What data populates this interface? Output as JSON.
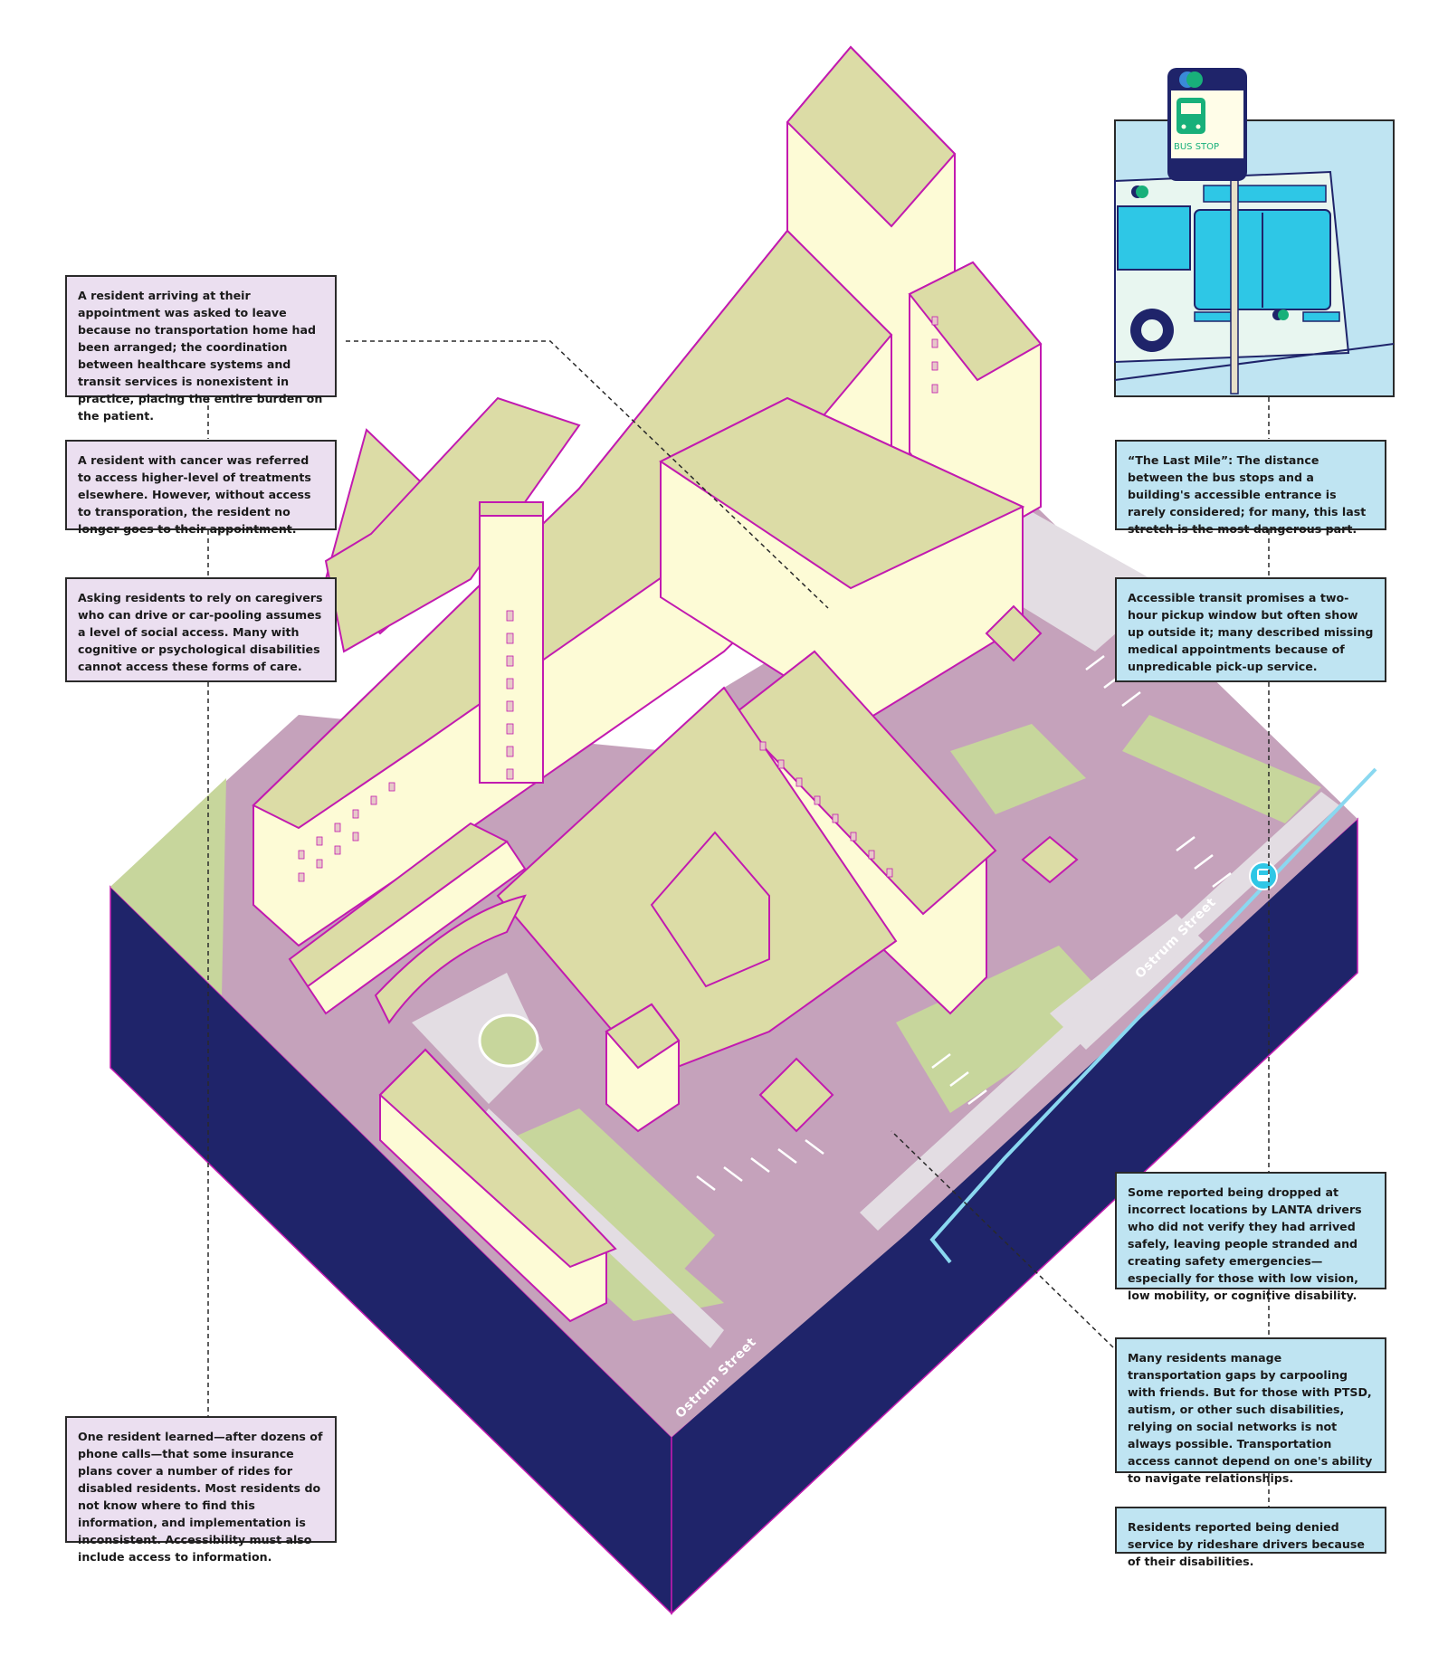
{
  "notes_left": [
    {
      "text": "A resident arriving at their appointment was asked to leave because no transportation home had been arranged; the coordination between healthcare systems and transit services is nonexistent in practice, placing the entire burden on the patient."
    },
    {
      "text": "A resident with cancer was referred to access higher-level of treatments elsewhere. However, without access to transporation, the resident no longer goes to their appointment."
    },
    {
      "text": "Asking residents to rely on caregivers who can drive or car-pooling assumes a level of social access. Many with cognitive or psychological disabilities cannot access these forms of care."
    },
    {
      "text": "One resident learned—after dozens of phone calls—that some insurance plans cover a number of rides for disabled residents. Most residents do not know where to find this information, and implementation is inconsistent. Accessibility must also include access to information."
    }
  ],
  "notes_right": [
    {
      "text": "“The Last Mile”: The distance between the bus stops and a building's accessible entrance is rarely considered; for many, this last stretch is the most dangerous part."
    },
    {
      "text": "Accessible transit promises a two-hour pickup window but often show up outside it; many described missing medical appointments because of unpredicable pick-up service."
    },
    {
      "text": "Some reported being dropped at incorrect locations by LANTA drivers who did not verify they had arrived safely, leaving people stranded and creating safety emergencies—especially for those with low vision, low mobility, or cognitive disability."
    },
    {
      "text": "Many residents manage transportation gaps by carpooling with friends. But for those with PTSD, autism, or other such disabilities, relying on social networks is not always possible. Transportation access cannot depend on one's ability to navigate relationships."
    },
    {
      "text": "Residents reported being denied service by rideshare drivers because of their disabilities."
    }
  ],
  "bus_stop_sign": "BUS STOP",
  "street_labels": [
    "Ostrum Street",
    "Ostrum Street"
  ],
  "colors": {
    "base": "#1f246a",
    "building_roof": "#dcdca6",
    "building_wall": "#fdfbd6",
    "outline": "#c21ab0",
    "parking": "#c5a2bb",
    "grass": "#c7d69c",
    "walkway": "#e3dde3",
    "transit_line": "#8ad8f0",
    "note_purple": "#ebdff0",
    "note_blue": "#bfe4f2",
    "bus_body": "#2ec7e6",
    "bus_stop_green": "#18b07a"
  },
  "icons": [
    "bus-stop-marker-icon",
    "bus-stop-sign-icon"
  ]
}
